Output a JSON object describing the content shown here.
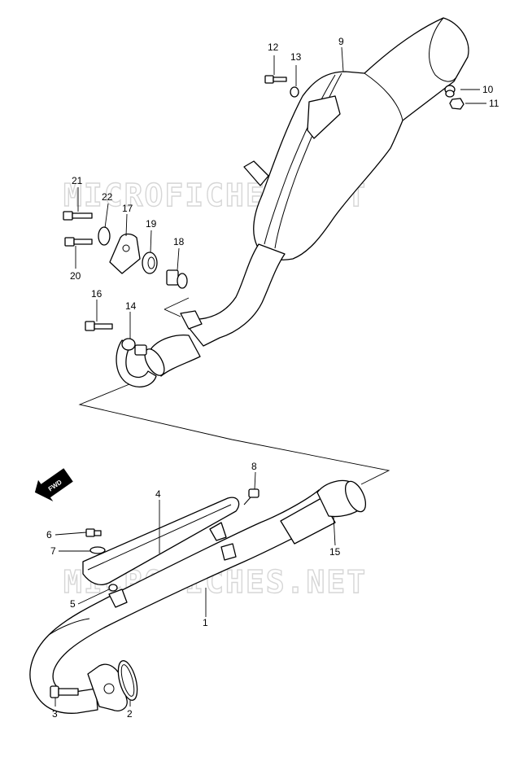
{
  "watermark": "MICROFICHES.NET",
  "fwd_label": "FWD",
  "callouts": {
    "c1": "1",
    "c2": "2",
    "c3": "3",
    "c4": "4",
    "c5": "5",
    "c6": "6",
    "c7": "7",
    "c8": "8",
    "c9": "9",
    "c10": "10",
    "c11": "11",
    "c12": "12",
    "c13": "13",
    "c14": "14",
    "c15": "15",
    "c16": "16",
    "c17": "17",
    "c18": "18",
    "c19": "19",
    "c20": "20",
    "c21": "21",
    "c22": "22"
  }
}
